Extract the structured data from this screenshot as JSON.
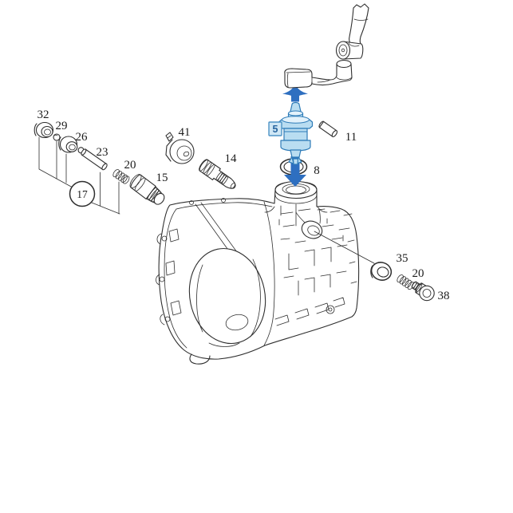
{
  "colors": {
    "bg": "#ffffff",
    "line": "#2f2f2f",
    "text": "#1c1c1c",
    "accent-blue": "#2e6fc0",
    "highlight-fill": "#b9ddf1",
    "highlight-light": "#e3f2fb",
    "highlight-stroke": "#2f7cb8",
    "label5-bg": "#cfe7f5",
    "label5-border": "#4d94c6",
    "label5-text": "#27649f"
  },
  "labels": {
    "part32": "32",
    "part29": "29",
    "part26": "26",
    "part23": "23",
    "part20_left": "20",
    "group17": "17",
    "part15": "15",
    "part41": "41",
    "part14": "14",
    "part5": "5",
    "part11": "11",
    "part8": "8",
    "part35": "35",
    "part20_right": "20",
    "part38": "38"
  }
}
